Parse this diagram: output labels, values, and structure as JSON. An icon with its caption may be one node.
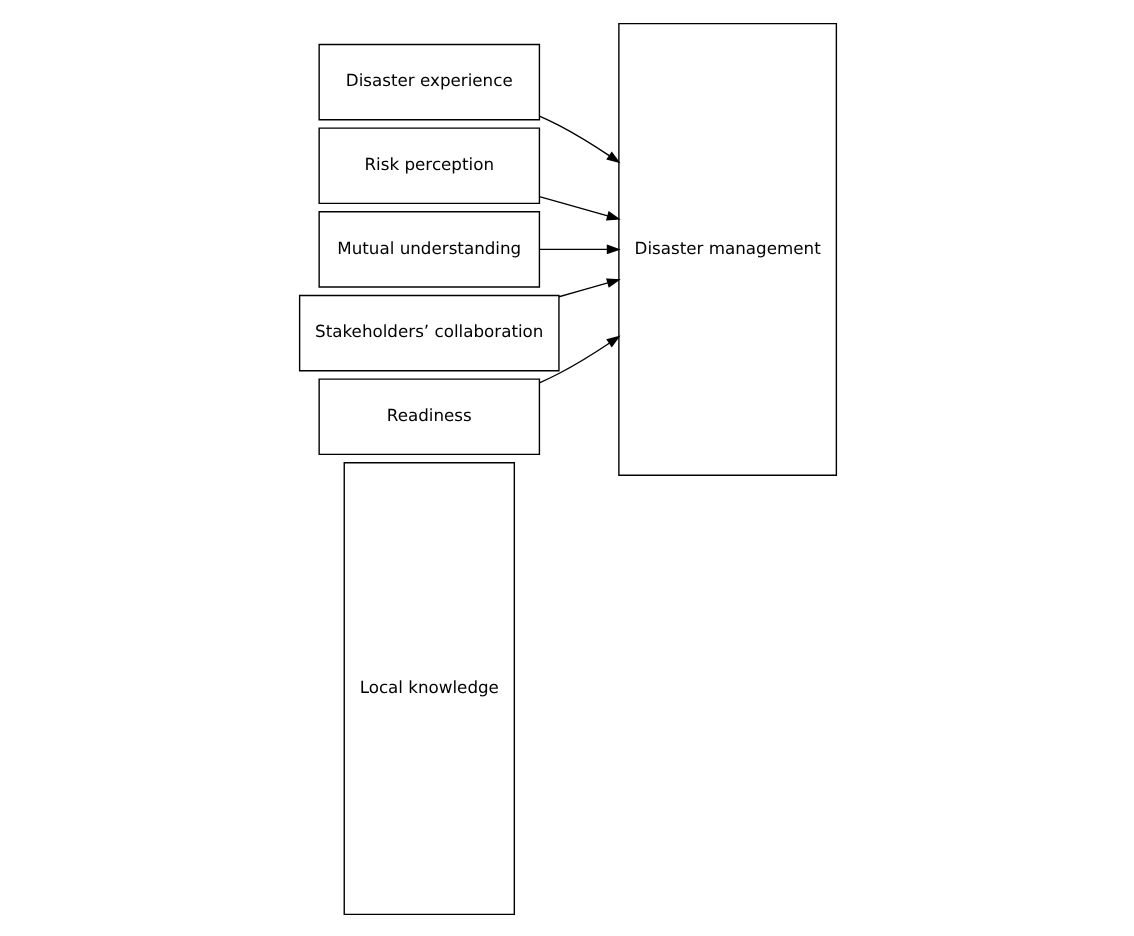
{
  "diagram": {
    "nodes": [
      {
        "text": [
          "Local knowledge"
        ]
      },
      {
        "text": [
          "Disaster experience"
        ]
      },
      {
        "text": [
          "Risk perception"
        ]
      },
      {
        "text": [
          "Mutual understanding"
        ]
      },
      {
        "text": [
          "Stakeholders’ collaboration"
        ]
      },
      {
        "text": [
          "Readiness"
        ]
      },
      {
        "text": [
          "Disaster management"
        ]
      }
    ],
    "edges": [
      {
        "from": 1,
        "to": 6,
        "arrow": "to"
      },
      {
        "from": 2,
        "to": 6,
        "arrow": "to"
      },
      {
        "from": 3,
        "to": 6,
        "arrow": "to"
      },
      {
        "from": 4,
        "to": 6,
        "arrow": "to"
      },
      {
        "from": 5,
        "to": 6,
        "arrow": "to"
      }
    ]
  }
}
